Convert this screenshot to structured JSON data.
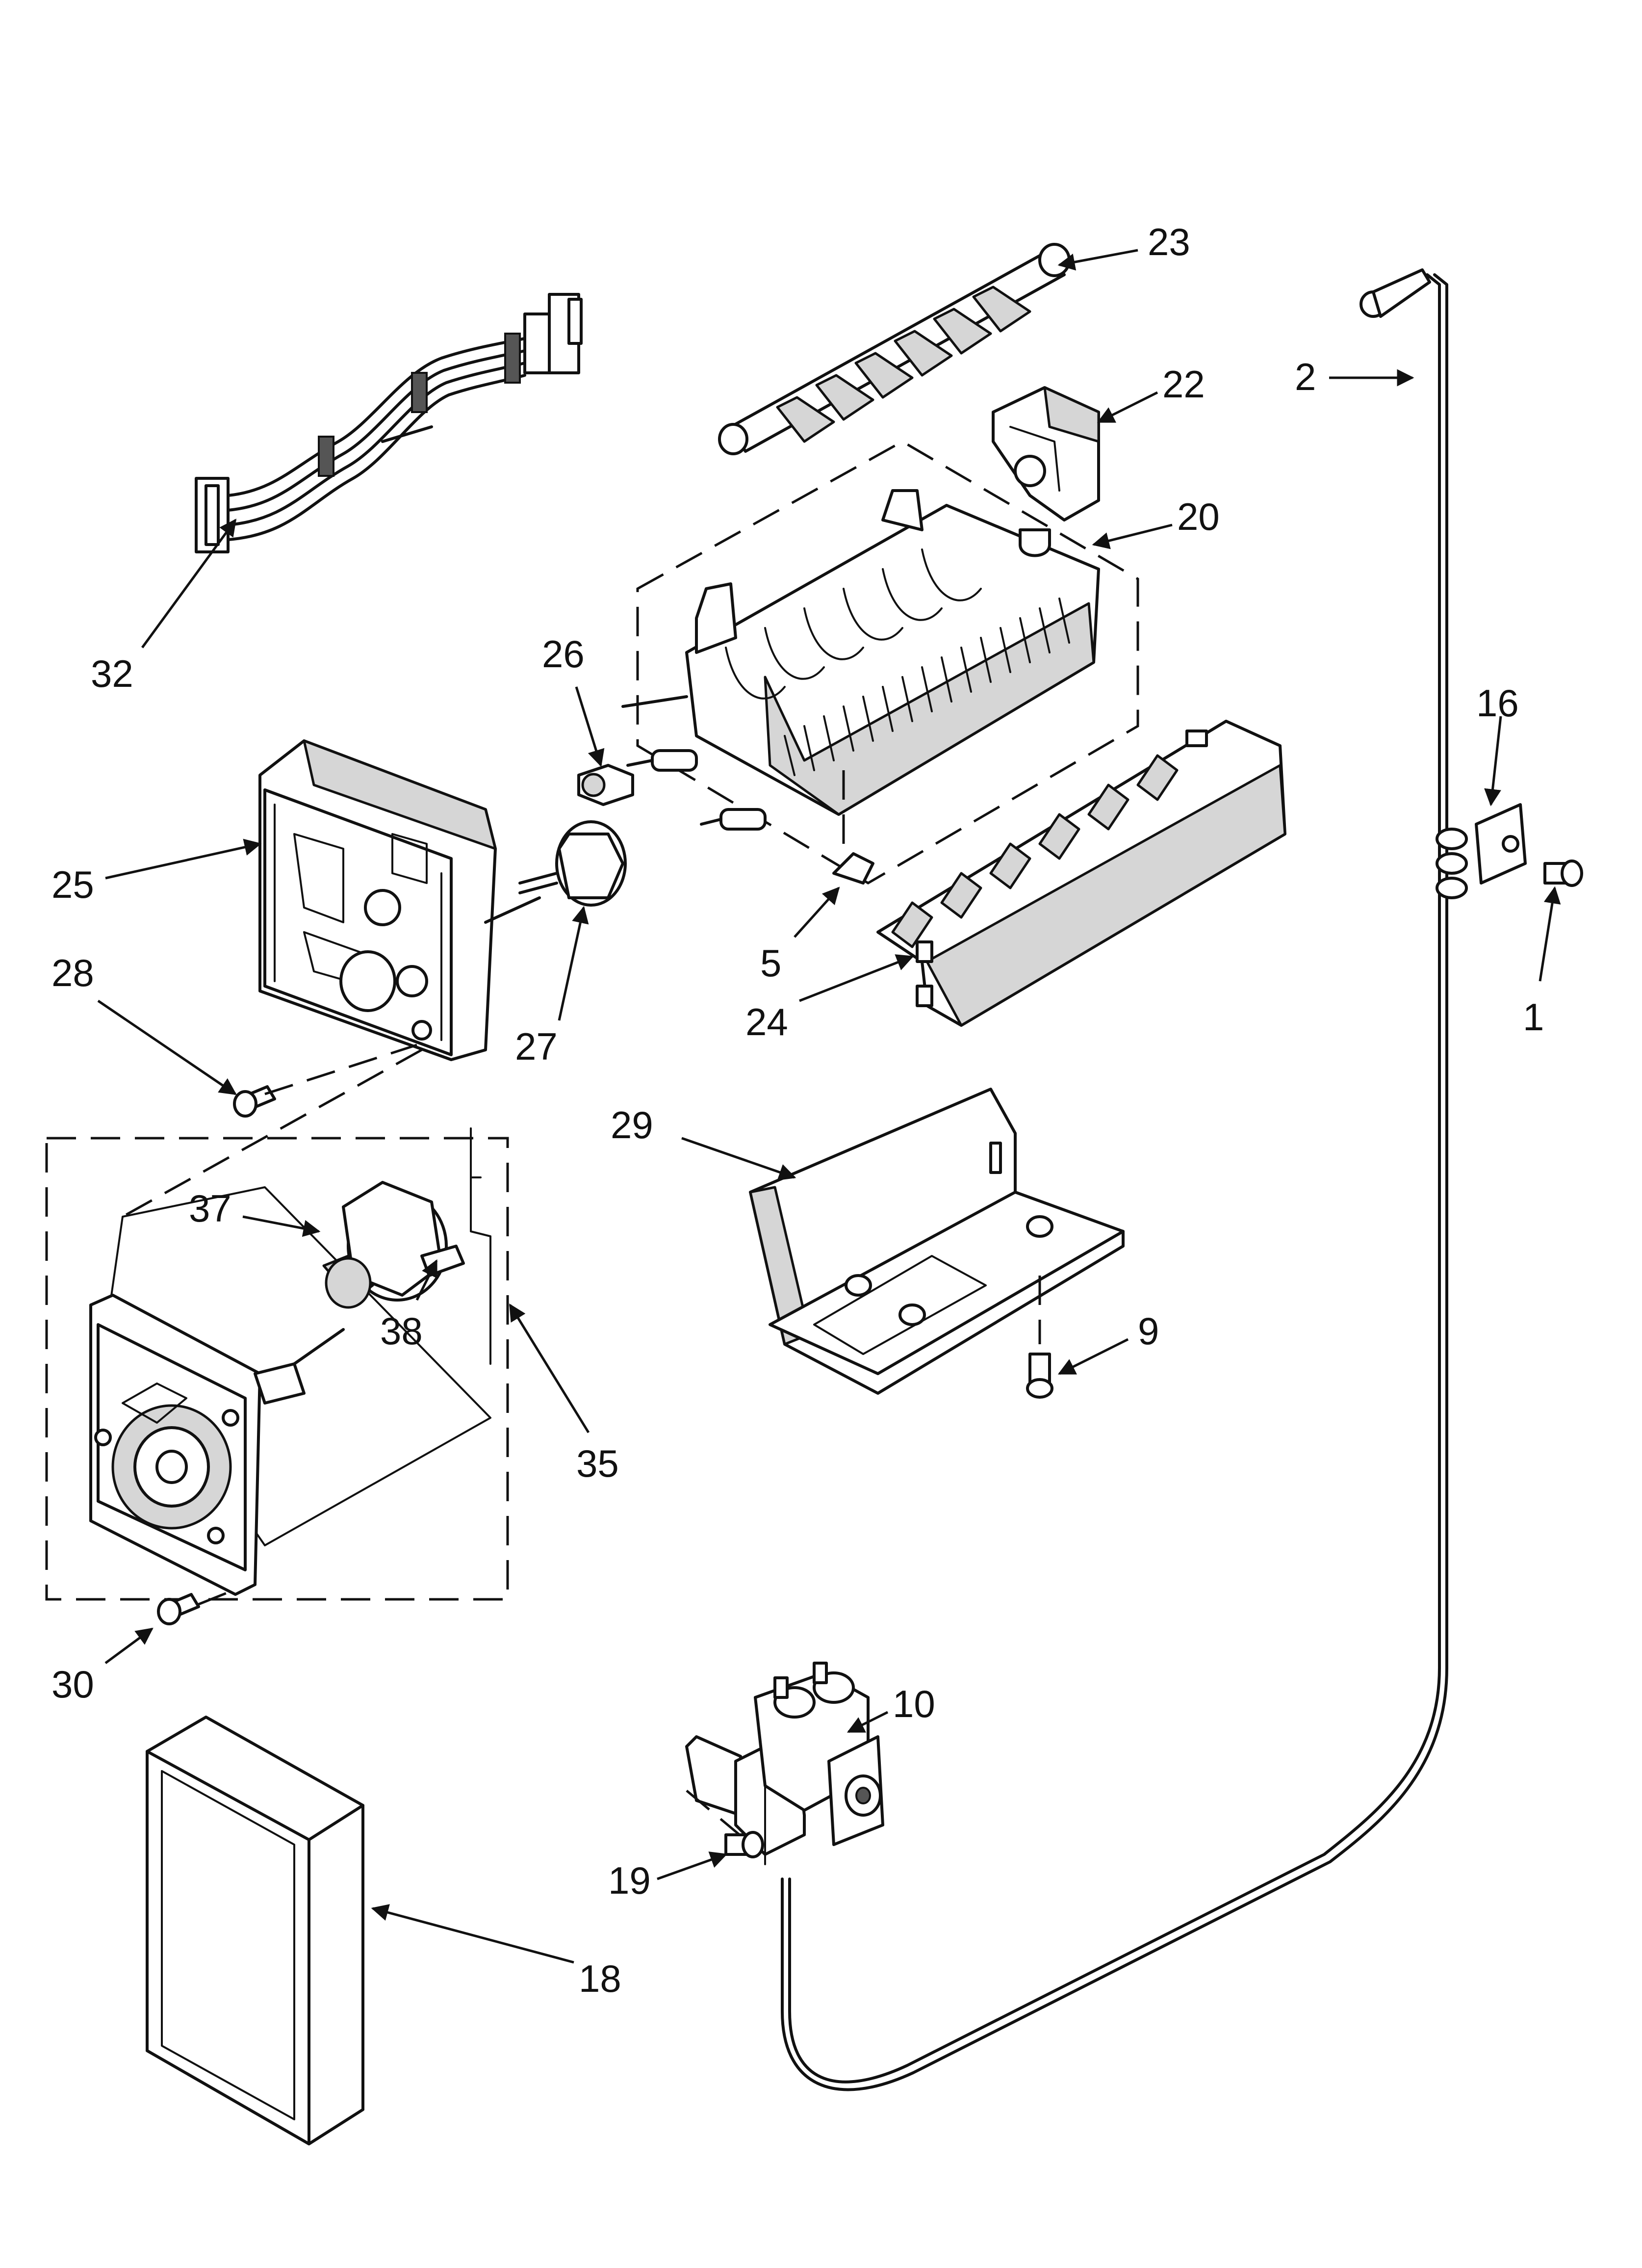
{
  "callouts": {
    "c1": "1",
    "c2": "2",
    "c5": "5",
    "c9": "9",
    "c10": "10",
    "c16": "16",
    "c18": "18",
    "c19": "19",
    "c20": "20",
    "c22": "22",
    "c23": "23",
    "c24": "24",
    "c25": "25",
    "c26": "26",
    "c27": "27",
    "c28": "28",
    "c29": "29",
    "c30": "30",
    "c32": "32",
    "c35": "35",
    "c37": "37",
    "c38": "38"
  },
  "colors": {
    "ink": "#111111",
    "shading": "#d6d6d6",
    "background": "#ffffff"
  }
}
